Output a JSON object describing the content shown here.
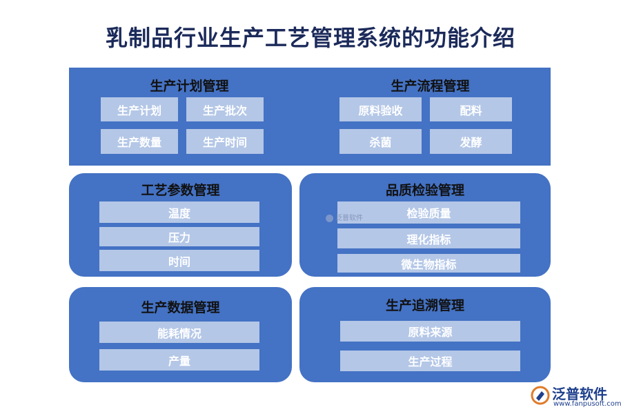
{
  "title": "乳制品行业生产工艺管理系统的功能介绍",
  "blocks": {
    "plan": {
      "title": "生产计划管理",
      "items": [
        "生产计划",
        "生产批次",
        "生产数量",
        "生产时间"
      ]
    },
    "flow": {
      "title": "生产流程管理",
      "items": [
        "原料验收",
        "配料",
        "杀菌",
        "发酵"
      ]
    },
    "param": {
      "title": "工艺参数管理",
      "items": [
        "温度",
        "压力",
        "时间"
      ]
    },
    "quality": {
      "title": "品质检验管理",
      "items": [
        "检验质量",
        "理化指标",
        "微生物指标"
      ]
    },
    "data": {
      "title": "生产数据管理",
      "items": [
        "能耗情况",
        "产量"
      ]
    },
    "trace": {
      "title": "生产追溯管理",
      "items": [
        "原料来源",
        "生产过程"
      ]
    }
  },
  "watermark": "泛普软件",
  "logo": {
    "name": "泛普软件",
    "url": "www.fanpusoft.com"
  },
  "colors": {
    "block": "#4472c4",
    "item": "#b4c7e7",
    "title": "#1b2a5a"
  }
}
